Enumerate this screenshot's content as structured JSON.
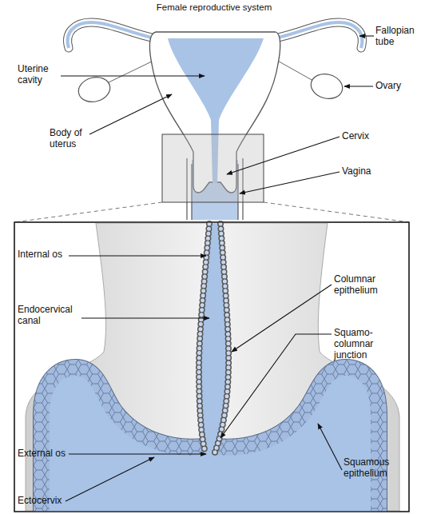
{
  "diagram": {
    "title": "Female reproductive system",
    "labels": [
      "Fallopian tube",
      "Uterine cavity",
      "Ovary",
      "Body of uterus",
      "Cervix",
      "Vagina",
      "Internal os",
      "Columnar epithelium",
      "Endocervical canal",
      "Squamo-columnar junction",
      "External os",
      "Squamous epithelium",
      "Ectocervix"
    ]
  }
}
